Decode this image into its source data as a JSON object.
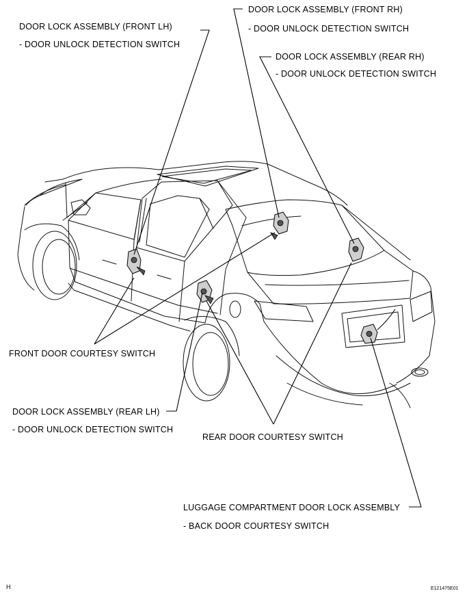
{
  "labels": {
    "front_lh_title": "DOOR LOCK ASSEMBLY (FRONT LH)",
    "front_lh_sub": "- DOOR UNLOCK DETECTION SWITCH",
    "front_rh_title": "DOOR LOCK ASSEMBLY (FRONT RH)",
    "front_rh_sub": "- DOOR UNLOCK DETECTION SWITCH",
    "rear_rh_title": "DOOR LOCK ASSEMBLY (REAR RH)",
    "rear_rh_sub": "- DOOR UNLOCK DETECTION SWITCH",
    "front_courtesy": "FRONT DOOR COURTESY SWITCH",
    "rear_lh_title": "DOOR LOCK ASSEMBLY (REAR LH)",
    "rear_lh_sub": "- DOOR UNLOCK DETECTION SWITCH",
    "rear_courtesy": "REAR DOOR COURTESY SWITCH",
    "luggage_title": "LUGGAGE COMPARTMENT DOOR LOCK ASSEMBLY",
    "luggage_sub": "- BACK DOOR COURTESY SWITCH"
  },
  "corner_mark": "H",
  "figure_code": "E121475E01"
}
